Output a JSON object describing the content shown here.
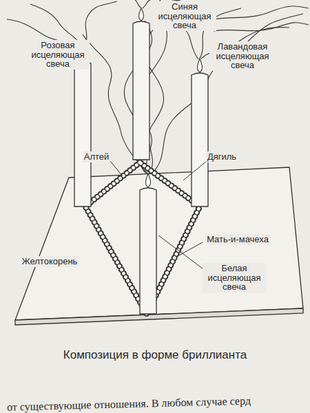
{
  "diagram": {
    "caption": "Композиция в форме бриллианта",
    "labels": [
      "Синяя исцеляющая свеча",
      "Розовая исцеляющая свеча",
      "Лавандовая исцеляющая свеча",
      "Алтей",
      "Дягиль",
      "Мать-и-мачеха",
      "Желтокорень",
      "Белая исцеляющая свеча",
      "от существующие отношения. В любом случае серд"
    ]
  }
}
